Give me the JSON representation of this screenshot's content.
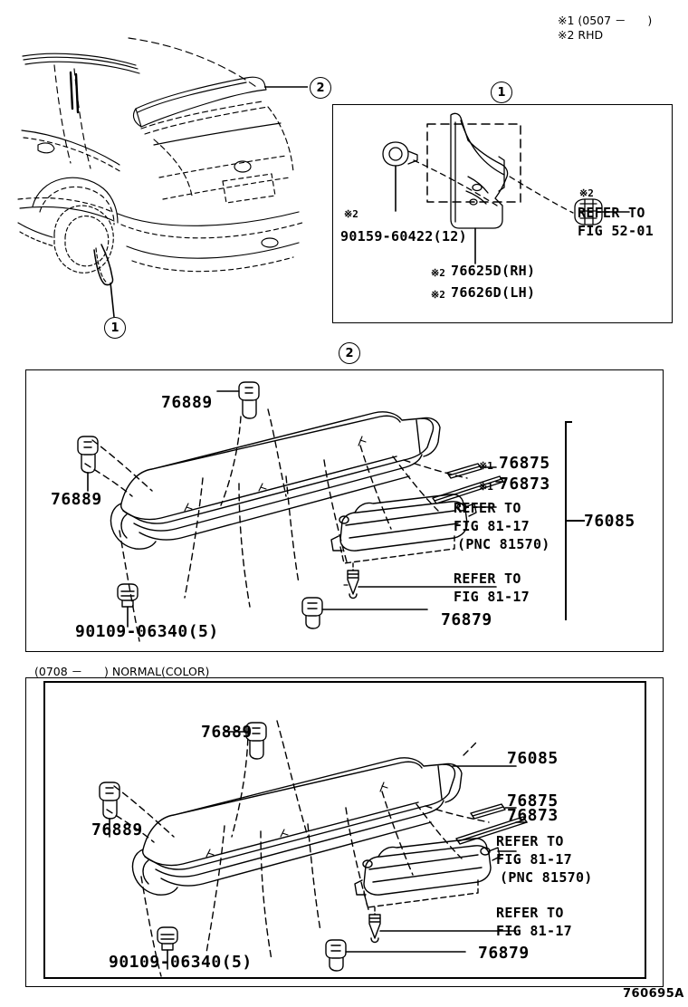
{
  "figure": {
    "code": "760695A"
  },
  "legend": {
    "note1": "※1 (0507 －      )",
    "note2": "※2 RHD"
  },
  "callouts": {
    "one": "1",
    "two": "2"
  },
  "panel1": {
    "marker": "1",
    "labels": {
      "bolt_star": "※2",
      "bolt": "90159-60422(12)",
      "mudguard_rh": "76625D(RH)",
      "mudguard_lh": "76626D(LH)",
      "mudguard_rh_star": "※2",
      "mudguard_lh_star": "※2",
      "refer_star": "※2",
      "refer_line1": "REFER TO",
      "refer_line2": "FIG 52-01"
    }
  },
  "panel2": {
    "marker": "2",
    "labels": {
      "clip_top": "76889",
      "clip_left": "76889",
      "bolt_bottom": "90109-06340(5)",
      "trim_upper_star": "※1",
      "trim_upper": "76875",
      "trim_lower_star": "※1",
      "trim_lower": "76873",
      "lamp_refer_line1": "REFER TO",
      "lamp_refer_line2": "FIG 81-17",
      "lamp_refer_line3": "(PNC 81570)",
      "screw_refer_line1": "REFER TO",
      "screw_refer_line2": "FIG 81-17",
      "clip_bottom": "76879",
      "assembly": "76085"
    }
  },
  "panel3": {
    "header": "(0708 －      ) NORMAL(COLOR)",
    "labels": {
      "clip_top": "76889",
      "clip_left": "76889",
      "bolt_bottom": "90109-06340(5)",
      "assembly": "76085",
      "trim_upper": "76875",
      "trim_lower": "76873",
      "lamp_refer_line1": "REFER TO",
      "lamp_refer_line2": "FIG 81-17",
      "lamp_refer_line3": "(PNC 81570)",
      "screw_refer_line1": "REFER TO",
      "screw_refer_line2": "FIG 81-17",
      "clip_bottom": "76879"
    }
  },
  "vehicle": {
    "name": "rear-three-quarter-suv-outline"
  }
}
